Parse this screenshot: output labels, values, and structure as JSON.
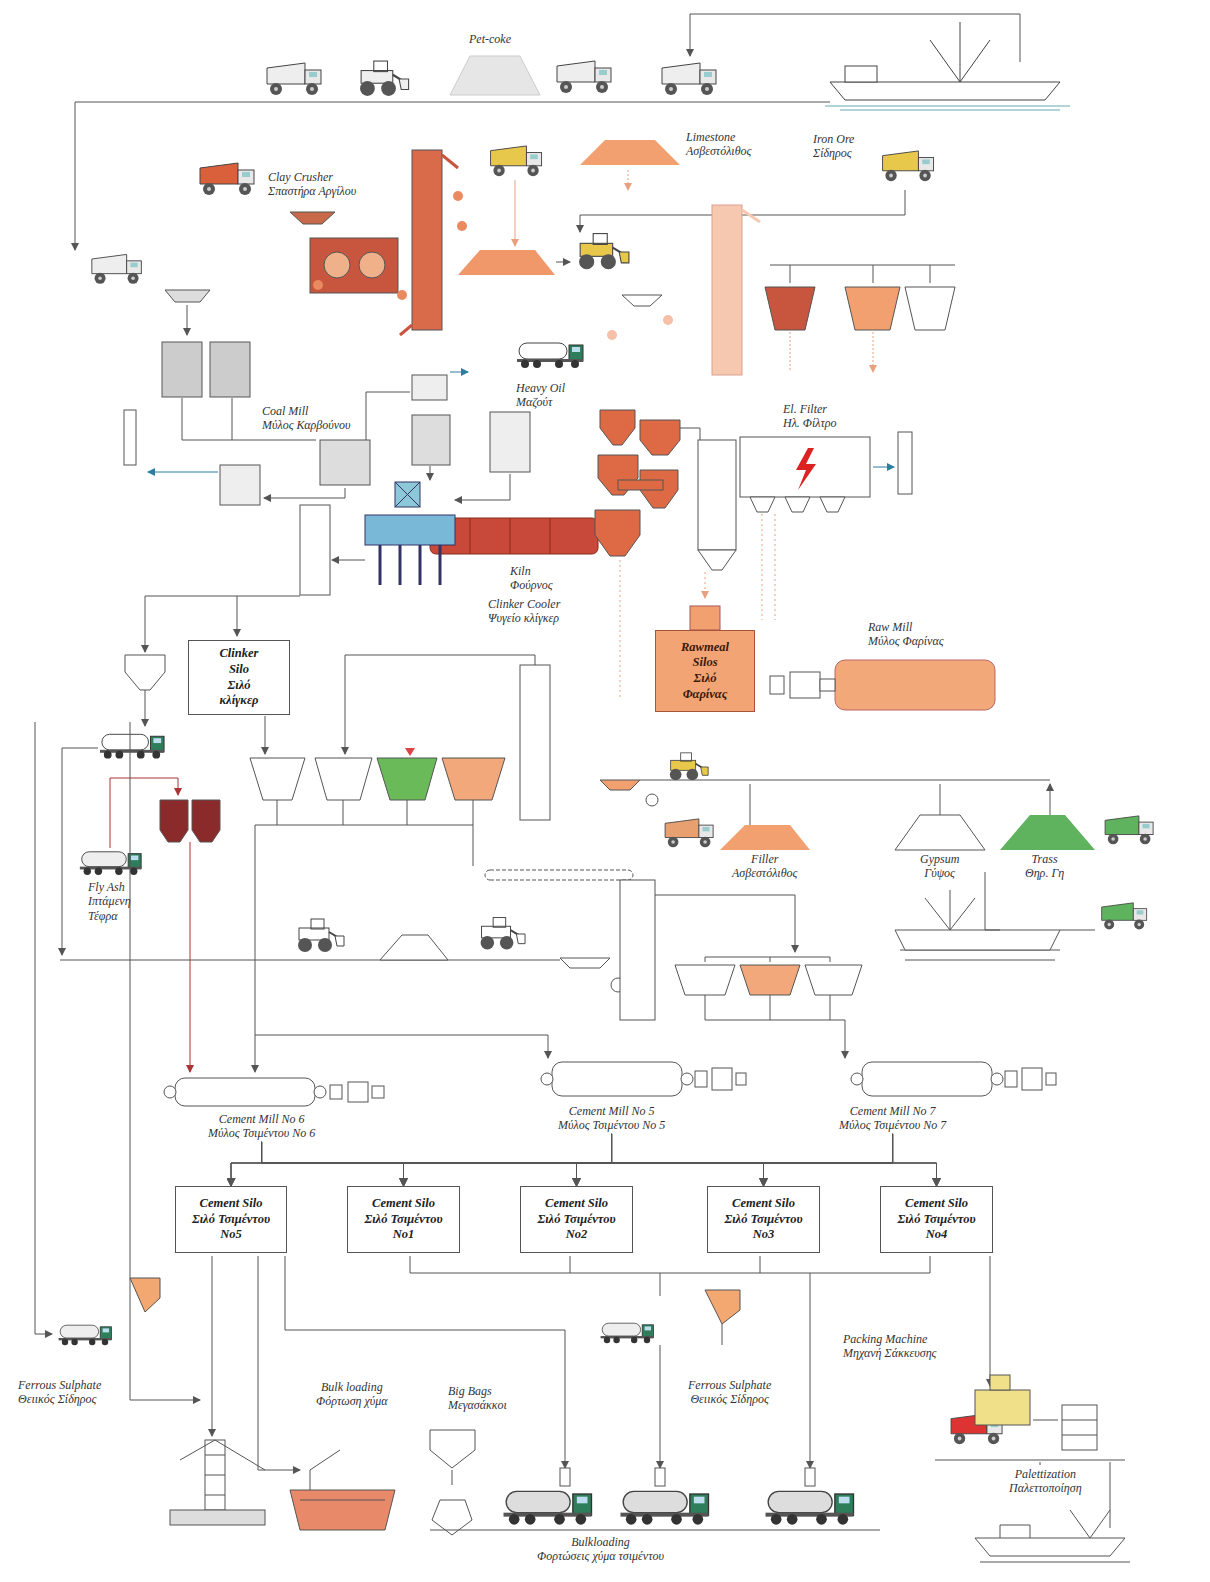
{
  "diagram": {
    "nodes": [
      {
        "text": [
          "Clinker Silo Σιλό κλίγκερ"
        ]
      },
      {
        "text": [
          "Rawmeal Silos Σιλό Φαρίνας"
        ]
      },
      {
        "text": [
          "Cement Mill No 6 Μύλος Τσιμέντου No 6"
        ]
      },
      {
        "text": [
          "Cement Mill No 5 Μύλος Τσιμέντου No 5"
        ]
      },
      {
        "text": [
          "Cement Mill No 7 Μύλος Τσιμέντου No 7"
        ]
      },
      {
        "text": [
          "Cement Silo Σιλό Τσιμέντου No5"
        ]
      },
      {
        "text": [
          "Cement Silo Σιλό Τσιμέντου No1"
        ]
      },
      {
        "text": [
          "Cement Silo Σιλό Τσιμέντου No2"
        ]
      },
      {
        "text": [
          "Cement Silo Σιλό Τσιμέντου No3"
        ]
      },
      {
        "text": [
          "Cement Silo Σιλό Τσιμέντου No4"
        ]
      }
    ],
    "edges": [
      {
        "from": 2,
        "to": 5,
        "arrow": "to"
      },
      {
        "from": 2,
        "to": 6,
        "arrow": "to"
      },
      {
        "from": 2,
        "to": 7,
        "arrow": "to"
      },
      {
        "from": 2,
        "to": 8,
        "arrow": "to"
      },
      {
        "from": 2,
        "to": 9,
        "arrow": "to"
      },
      {
        "from": 3,
        "to": 5,
        "arrow": "to"
      },
      {
        "from": 3,
        "to": 6,
        "arrow": "to"
      },
      {
        "from": 3,
        "to": 7,
        "arrow": "to"
      },
      {
        "from": 3,
        "to": 8,
        "arrow": "to"
      },
      {
        "from": 3,
        "to": 9,
        "arrow": "to"
      },
      {
        "from": 4,
        "to": 5,
        "arrow": "to"
      },
      {
        "from": 4,
        "to": 6,
        "arrow": "to"
      },
      {
        "from": 4,
        "to": 7,
        "arrow": "to"
      },
      {
        "from": 4,
        "to": 8,
        "arrow": "to"
      },
      {
        "from": 4,
        "to": 9,
        "arrow": "to"
      }
    ],
    "labels": [
      "Pet-coke",
      "Clay Crusher Σπαστήρα Αργίλου",
      "Limestone Ασβεστόλιθος",
      "Iron Ore Σίδηρος",
      "Coal Mill Μύλος Καρβούνου",
      "Heavy Oil Μαζούτ",
      "El. Filter Ηλ. Φίλτρο",
      "Kiln Φούρνος",
      "Clinker Cooler Ψυγείο κλίγκερ",
      "Raw Mill Μύλος Φαρίνας",
      "Fly Ash Ιπτάμενη Τέφρα",
      "Filler Ασβεστόλιθος",
      "Gypsum Γύψος",
      "Trass Θηρ. Γη",
      "Ferrous Sulphate Θειικός Σίδηρος",
      "Bulk loading Φόρτωση χύμα",
      "Big Bags Μεγασάκκοι",
      "Ferrous Sulphate Θειικός Σίδηρος",
      "Packing Machine Μηχανή Σάκκευσης",
      "Palettization Παλεττοποίηση",
      "Bulkloading Φορτώσεις χύμα τσιμέντου"
    ]
  }
}
